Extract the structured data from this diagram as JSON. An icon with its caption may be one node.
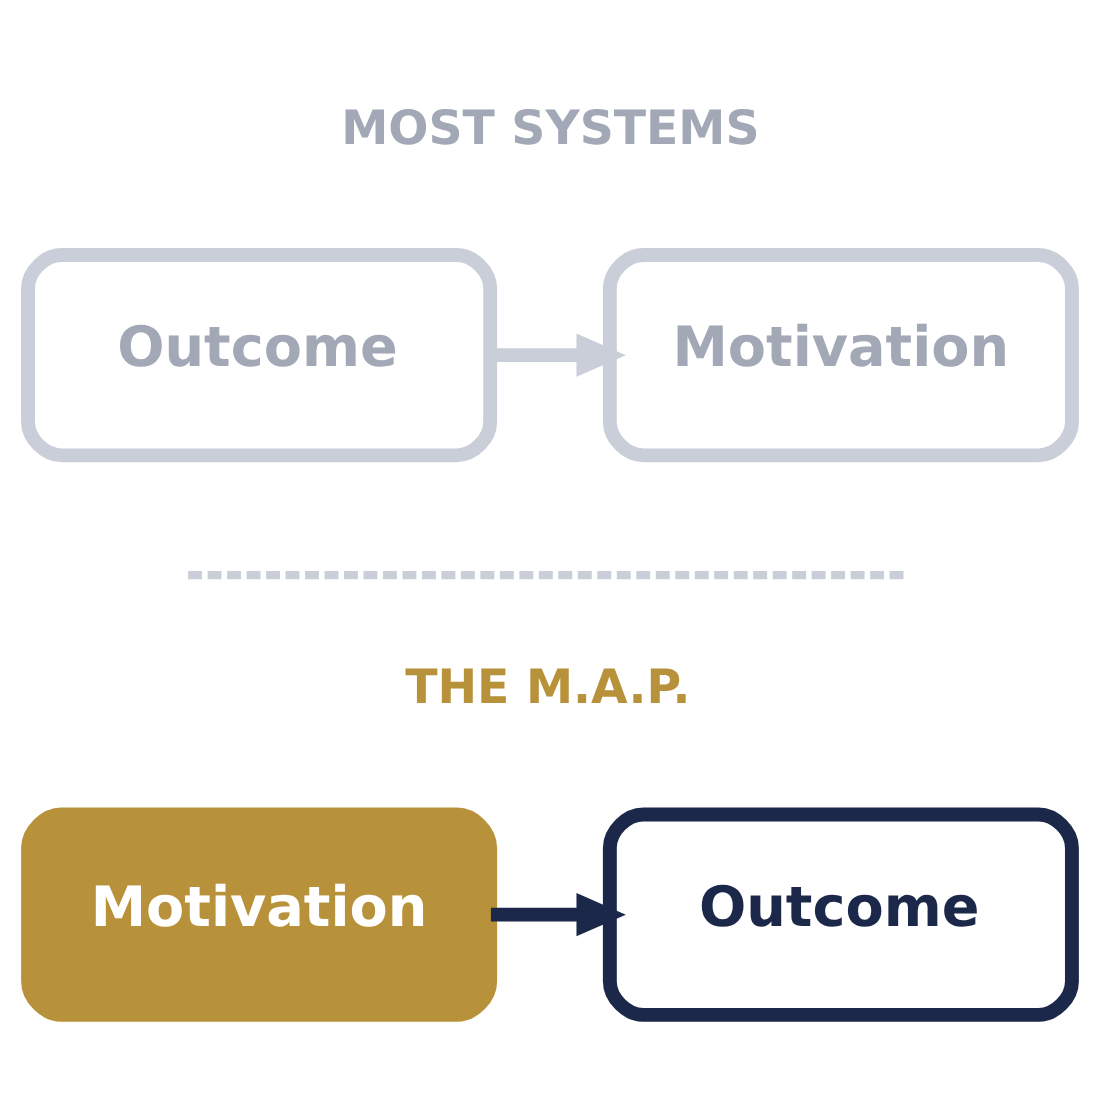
{
  "diagram": {
    "nodes": [
      {
        "text": [
          "Outcome"
        ]
      },
      {
        "text": [
          "Motivation"
        ]
      },
      {
        "text": [
          "Motivation"
        ]
      },
      {
        "text": [
          "Outcome"
        ]
      }
    ],
    "edges": [
      {
        "from": 0,
        "to": 1,
        "arrow": "to",
        "color": "#c9ced8"
      },
      {
        "from": 2,
        "to": 3,
        "arrow": "to",
        "color": "#1c2849"
      }
    ],
    "labels": [
      "MOST SYSTEMS",
      "THE M.A.P."
    ]
  }
}
